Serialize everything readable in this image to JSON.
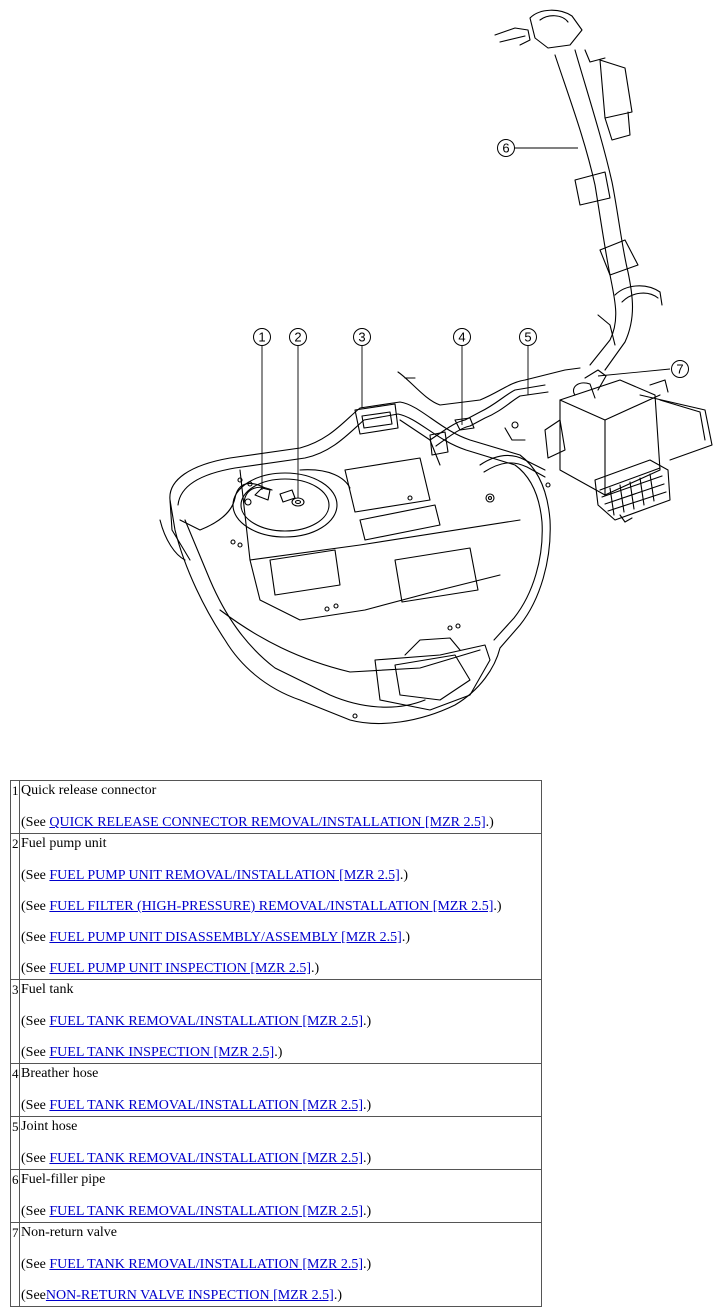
{
  "figure": {
    "callouts": [
      "1",
      "2",
      "3",
      "4",
      "5",
      "6",
      "7"
    ]
  },
  "parts": [
    {
      "num": "1",
      "name": "Quick release connector",
      "refs": [
        {
          "pre": "(See ",
          "link": "QUICK RELEASE CONNECTOR REMOVAL/INSTALLATION [MZR 2.5]",
          "post": ".)"
        }
      ]
    },
    {
      "num": "2",
      "name": "Fuel pump unit",
      "refs": [
        {
          "pre": "(See ",
          "link": "FUEL PUMP UNIT REMOVAL/INSTALLATION [MZR 2.5]",
          "post": ".)"
        },
        {
          "pre": "(See ",
          "link": "FUEL FILTER (HIGH-PRESSURE) REMOVAL/INSTALLATION [MZR 2.5]",
          "post": ".)"
        },
        {
          "pre": "(See ",
          "link": "FUEL PUMP UNIT DISASSEMBLY/ASSEMBLY [MZR 2.5]",
          "post": ".)"
        },
        {
          "pre": "(See ",
          "link": "FUEL PUMP UNIT INSPECTION [MZR 2.5]",
          "post": ".)"
        }
      ]
    },
    {
      "num": "3",
      "name": "Fuel tank",
      "refs": [
        {
          "pre": "(See ",
          "link": "FUEL TANK REMOVAL/INSTALLATION [MZR 2.5]",
          "post": ".)"
        },
        {
          "pre": "(See ",
          "link": "FUEL TANK INSPECTION [MZR 2.5]",
          "post": ".)"
        }
      ]
    },
    {
      "num": "4",
      "name": "Breather hose",
      "refs": [
        {
          "pre": "(See ",
          "link": "FUEL TANK REMOVAL/INSTALLATION [MZR 2.5]",
          "post": ".)"
        }
      ]
    },
    {
      "num": "5",
      "name": "Joint hose",
      "refs": [
        {
          "pre": "(See ",
          "link": "FUEL TANK REMOVAL/INSTALLATION [MZR 2.5]",
          "post": ".)"
        }
      ]
    },
    {
      "num": "6",
      "name": "Fuel-filler pipe",
      "refs": [
        {
          "pre": "(See ",
          "link": "FUEL TANK REMOVAL/INSTALLATION [MZR 2.5]",
          "post": ".)"
        }
      ]
    },
    {
      "num": "7",
      "name": "Non-return valve",
      "refs": [
        {
          "pre": "(See ",
          "link": "FUEL TANK REMOVAL/INSTALLATION [MZR 2.5]",
          "post": ".)"
        },
        {
          "pre": "(See",
          "link": "NON-RETURN VALVE INSPECTION [MZR 2.5]",
          "post": ".)"
        }
      ]
    }
  ]
}
